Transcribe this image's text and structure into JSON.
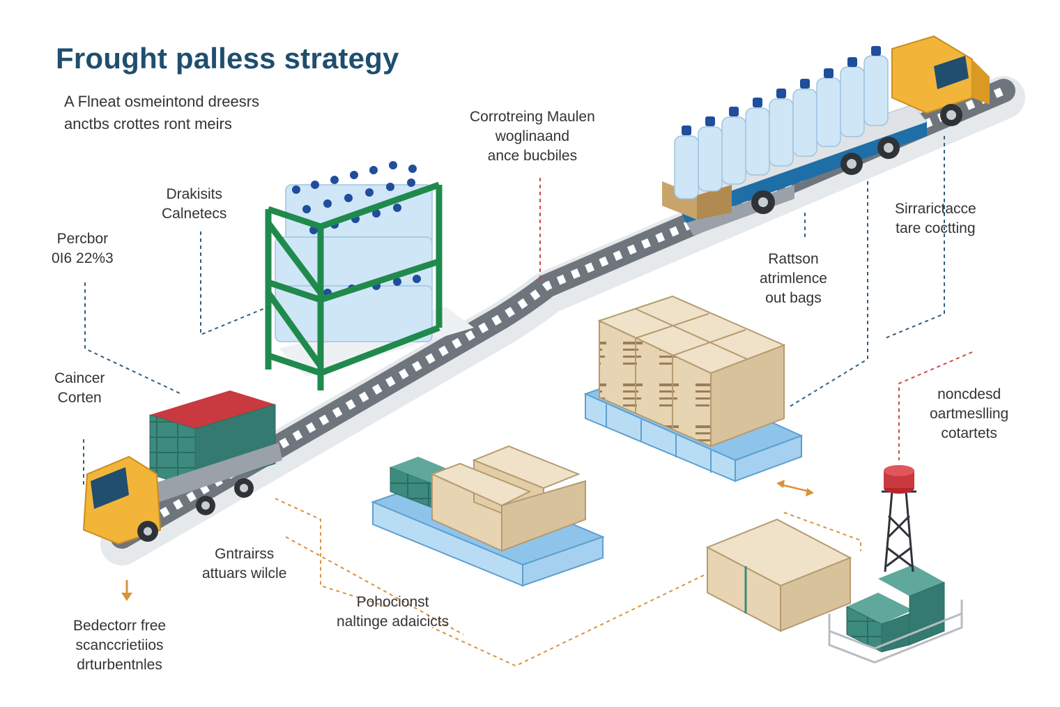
{
  "title": "Frought palless strategy",
  "subtitle": [
    "A Flneat osmeintond dreesrs",
    "anctbs crottes ront meirs"
  ],
  "labels": {
    "drakists": [
      "Drakisits",
      "Calnetecs"
    ],
    "perchor": [
      "Percbor",
      "0I6 22%3"
    ],
    "controlling": [
      "Corrotreing Maulen",
      "woglinaand",
      "ance bucbiles"
    ],
    "sirractace": [
      "Sirrarictacce",
      "tare coctting"
    ],
    "rattson": [
      "Rattson",
      "atrimlence",
      "out bags"
    ],
    "caincer": [
      "Caincer",
      "Corten"
    ],
    "noncodesd": [
      "noncdesd",
      "oartmeslling",
      "cotartets"
    ],
    "gntrairss": [
      "Gntrairss",
      "attuars wilcle"
    ],
    "pohocionst": [
      "Pohocionst",
      "naltinge adaicicts"
    ],
    "bedector": [
      "Bedectorr free",
      "scanccrietiios",
      "drturbentnles"
    ]
  },
  "colors": {
    "title": "#1f4e6e",
    "truck_yellow": "#f2b53a",
    "rack_green": "#1f8a4c",
    "track_gray": "#8a8f96",
    "pallet_blue": "#8fc4ea",
    "box_tan": "#e9d7b8",
    "crate_teal": "#3d8a7e",
    "crate_red": "#c83a3f",
    "bottle_blue": "#cfe6f7",
    "cap_blue": "#1f4e9c",
    "line_blue": "#2f5f7f",
    "line_red": "#c84a44",
    "line_orange": "#d9923a"
  },
  "icons": [
    "down-arrow-icon",
    "double-arrow-icon"
  ]
}
